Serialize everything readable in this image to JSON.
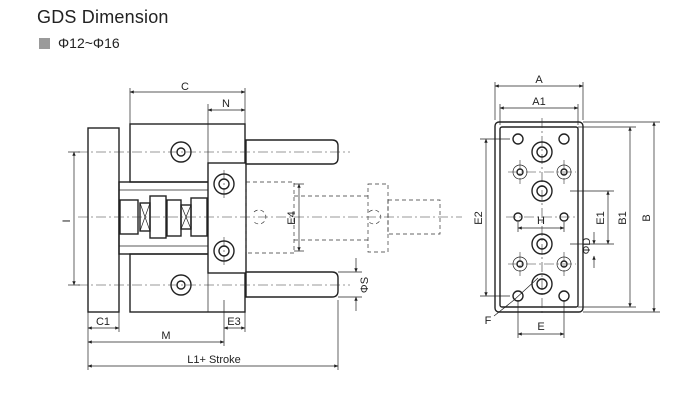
{
  "header": {
    "title": "GDS Dimension",
    "subtitle": "Φ12~Φ16",
    "swatch_color": "#9a9a9a"
  },
  "side_view": {
    "labels": {
      "c": "C",
      "n": "N",
      "i": "I",
      "e4": "E4",
      "phi_s": "ΦS",
      "c1": "C1",
      "e3": "E3",
      "m": "M",
      "l1_stroke": "L1+ Stroke"
    }
  },
  "end_view": {
    "labels": {
      "a": "A",
      "a1": "A1",
      "e2": "E2",
      "h": "H",
      "e1": "E1",
      "b1": "B1",
      "b": "B",
      "phi_d": "ΦD",
      "f": "F",
      "e": "E"
    }
  }
}
